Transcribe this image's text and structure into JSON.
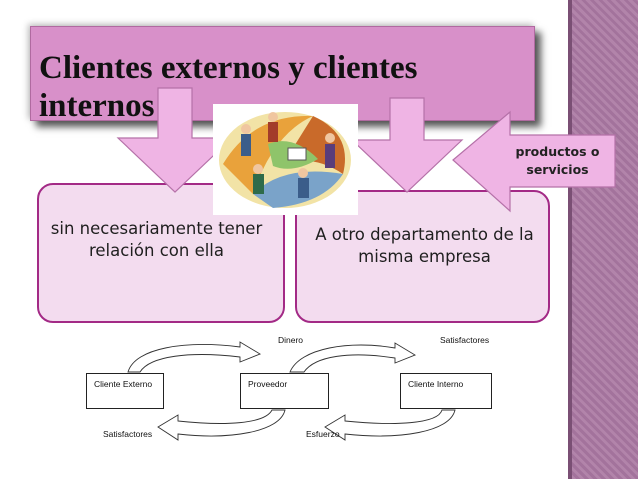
{
  "title": "Clientes externos y clientes internos",
  "boxes": {
    "left": "sin necesariamente tener relación con ella",
    "right": "A otro departamento de la misma empresa"
  },
  "callout": "productos o servicios",
  "flow": {
    "nodes": {
      "external": "Cliente Externo",
      "provider": "Proveedor",
      "internal": "Cliente Interno"
    },
    "labels": {
      "dinero": "Dinero",
      "satisfactores_top": "Satisfactores",
      "satisfactores_bottom": "Satisfactores",
      "esfuerzo": "Esfuerzo"
    }
  },
  "colors": {
    "banner": "#d890c9",
    "box_fill": "#f3dcef",
    "box_border": "#a32a86",
    "arrow_fill": "#efb4e4",
    "sidebar": "#a3739c"
  },
  "icons": {
    "clipart": "team-meeting-clipart-icon"
  }
}
